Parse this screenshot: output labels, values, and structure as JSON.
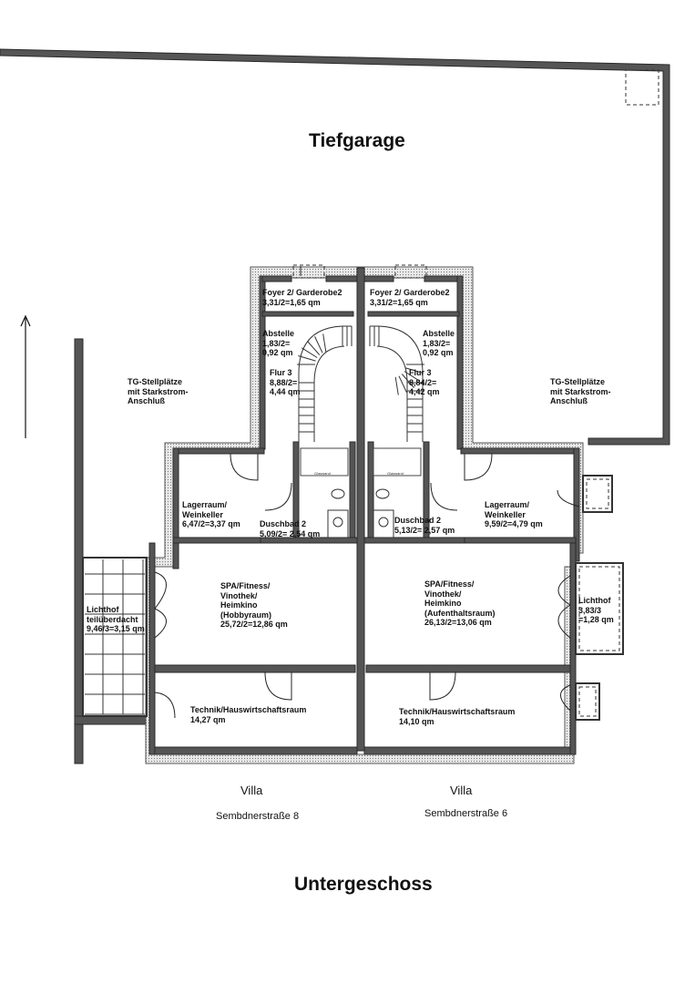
{
  "titles": {
    "top": "Tiefgarage",
    "bottom": "Untergeschoss"
  },
  "villas": {
    "left": {
      "name": "Villa",
      "street": "Sembdnerstraße 8"
    },
    "right": {
      "name": "Villa",
      "street": "Sembdnerstraße 6"
    }
  },
  "parking": {
    "left": "TG-Stellplätze\nmit Starkstrom-\nAnschluß",
    "right": "TG-Stellplätze\nmit Starkstrom-\nAnschluß"
  },
  "rooms_left": {
    "foyer": "Foyer 2/ Garderobe2\n3,31/2=1,65 qm",
    "abstelle": "Abstelle\n1,83/2=\n0,92 qm",
    "flur": "Flur 3\n8,88/2=\n4,44 qm",
    "lager": "Lagerraum/\nWeinkeller\n6,47/2=3,37 qm",
    "dusch": "Duschbad 2\n5,09/2= 2,54 qm",
    "spa": "SPA/Fitness/\nVinothek/\nHeimkino\n(Hobbyraum)\n25,72/2=12,86 qm",
    "lichthof": "Lichthof\nteilüberdacht\n9,46/3=3,15 qm",
    "technik": "Technik/Hauswirtschaftsraum\n14,27 qm",
    "glaswand": "Glaswand"
  },
  "rooms_right": {
    "foyer": "Foyer 2/ Garderobe2\n3,31/2=1,65 qm",
    "abstelle": "Abstelle\n1,83/2=\n0,92 qm",
    "flur": "Flur 3\n8,84/2=\n4,42 qm",
    "lager": "Lagerraum/\nWeinkeller\n9,59/2=4,79 qm",
    "dusch": "Duschbad 2\n5,13/2= 2,57 qm",
    "spa": "SPA/Fitness/\nVinothek/\nHeimkino\n(Aufenthaltsraum)\n26,13/2=13,06 qm",
    "lichthof": "Lichthof\n3,83/3\n=1,28 qm",
    "technik": "Technik/Hauswirtschaftsraum\n14,10 qm",
    "glaswand": "Glaswand"
  }
}
